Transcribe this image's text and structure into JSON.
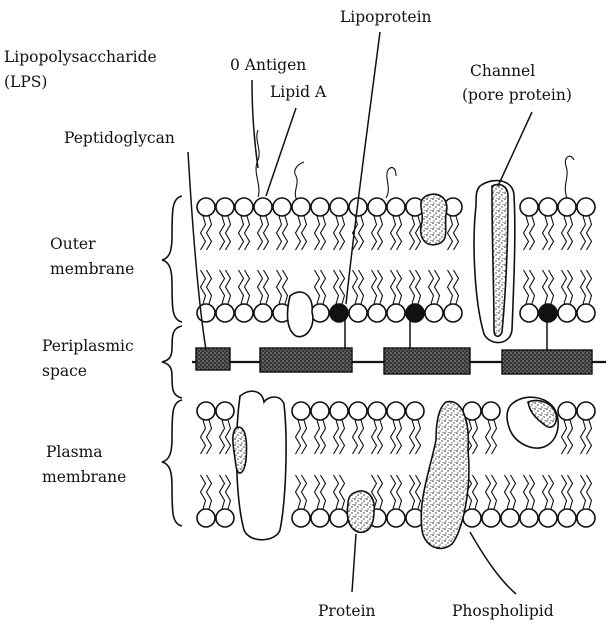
{
  "labels": {
    "lps": "Lipopolysaccharide",
    "lps_abbr": "(LPS)",
    "o_antigen": "0 Antigen",
    "lipid_a": "Lipid A",
    "lipoprotein": "Lipoprotein",
    "channel": "Channel",
    "channel_sub": "(pore protein)",
    "peptidoglycan": "Peptidoglycan",
    "outer_membrane_1": "Outer",
    "outer_membrane_2": "membrane",
    "periplasmic_1": "Periplasmic",
    "periplasmic_2": "space",
    "plasma_1": "Plasma",
    "plasma_2": "membrane",
    "protein": "Protein",
    "phospholipid": "Phospholipid"
  },
  "colors": {
    "ink": "#111111",
    "background": "#ffffff"
  }
}
